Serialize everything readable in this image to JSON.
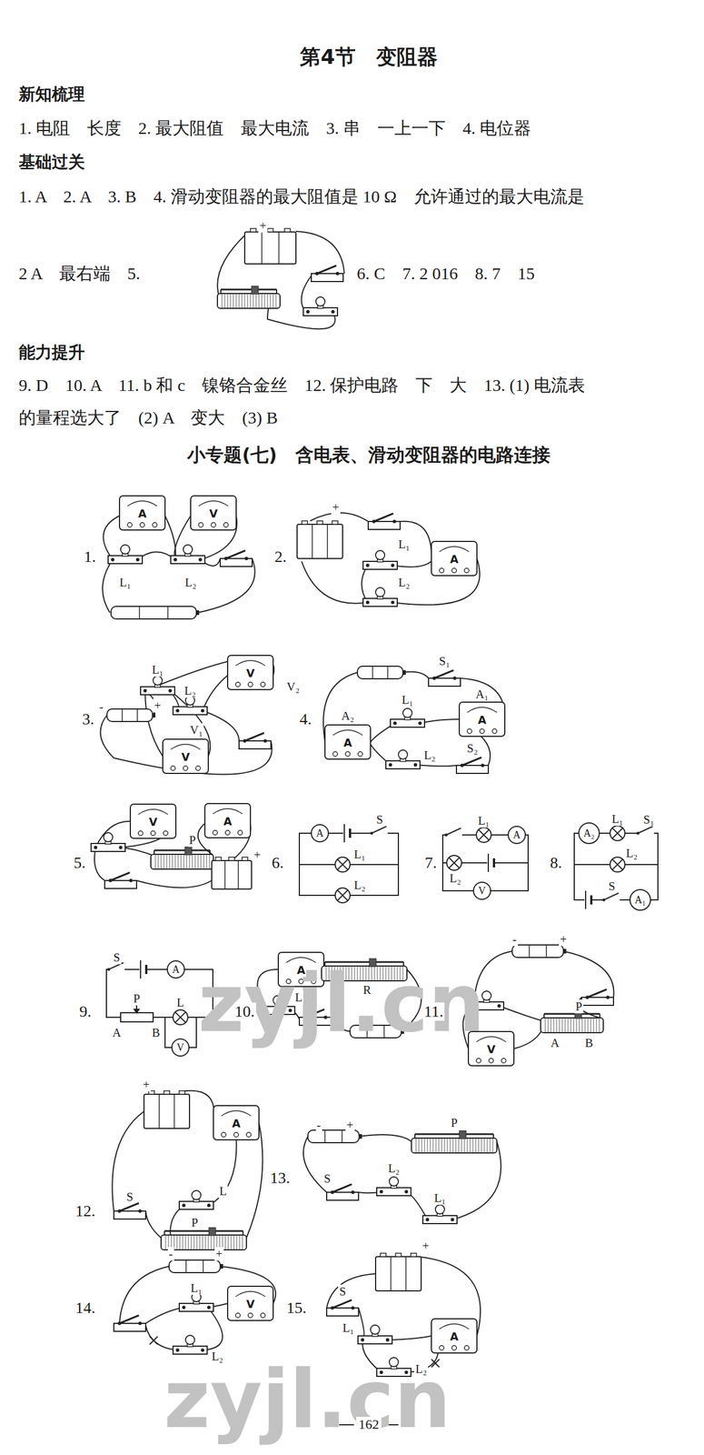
{
  "diagram": {
    "title": "第4节　变阻器",
    "labels": [
      "新知梳理",
      "1. 电阻　长度　2. 最大阻值　最大电流　3. 串　一上一下　4. 电位器",
      "基础过关",
      "1. A　2. A　3. B　4. 滑动变阻器的最大阻值是 10 Ω　允许通过的最大电流是",
      "2 A　最右端　5.",
      "+",
      "6. C　7. 2 016　8. 7　15",
      "能力提升",
      "9. D　10. A　11. b 和 c　镍铬合金丝　12. 保护电路　下　大　13. (1) 电流表",
      "的量程选大了　(2) A　变大　(3) B",
      "小专题(七)　含电表、滑动变阻器的电路连接",
      "1.",
      "A",
      "V",
      "L₁",
      "L₂",
      "2.",
      "+",
      "L₁",
      "A",
      "L₂",
      "3.",
      "-",
      "+",
      "L₁",
      "L₂",
      "V",
      "V₂",
      "V",
      "V₁",
      "4.",
      "S₁",
      "A₁",
      "A",
      "A₂",
      "A",
      "L₁",
      "L₂",
      "S₂",
      "5.",
      "V",
      "A",
      "P",
      "+",
      "6.",
      "A",
      "S",
      "L₁",
      "L₂",
      "7.",
      "L₁",
      "A",
      "L₂",
      "V",
      "8.",
      "A₂",
      "L₁",
      "S₁",
      "L₂",
      "S",
      "A₁",
      "9.",
      "S",
      "A",
      "P",
      "L",
      "A",
      "B",
      "V",
      "10.",
      "A",
      "R",
      "L",
      "11.",
      "-",
      "+",
      "V",
      "P",
      "A",
      "B",
      "12.",
      "+",
      "A",
      "S",
      "L",
      "P",
      "13.",
      "-",
      "+",
      "P",
      "S",
      "L₂",
      "L₁",
      "14.",
      "-",
      "+",
      "L₁",
      "V",
      "L₂",
      "15.",
      "+",
      "S",
      "L₁",
      "L₂",
      "A",
      "162",
      "zyjl.cn",
      "zyjl.cn"
    ]
  }
}
